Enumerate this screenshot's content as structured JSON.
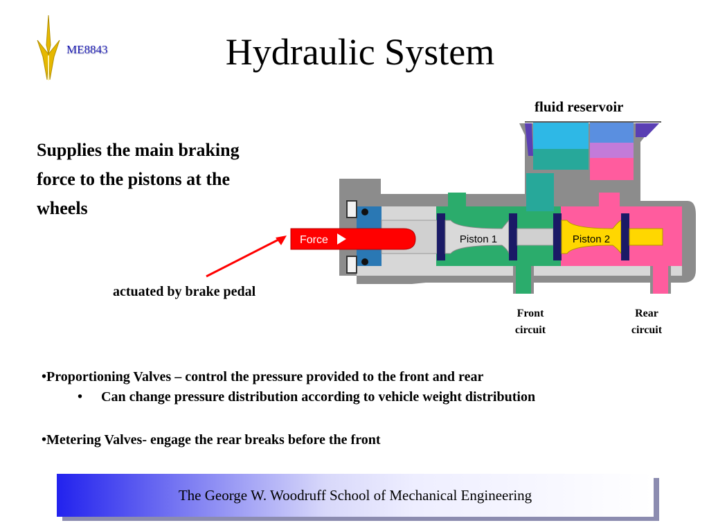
{
  "header": {
    "course_code": "ME8843",
    "title": "Hydraulic System",
    "logo_icon": "gold-flame-emblem-icon"
  },
  "main": {
    "summary": "Supplies the main braking force to the pistons at the wheels",
    "diagram": {
      "reservoir_label": "fluid reservoir",
      "force_label": "Force",
      "piston_1_label": "Piston 1",
      "piston_2_label": "Piston 2",
      "actuated_label": "actuated by brake pedal",
      "front_circuit": [
        "Front",
        "circuit"
      ],
      "rear_circuit": [
        "Rear",
        "circuit"
      ],
      "colors": {
        "front_fluid": "#2bac6c",
        "rear_fluid": "#ff5c9e",
        "housing": "#8c8c8c",
        "piston_2": "#ffd700",
        "force_rod": "#ff0000",
        "reservoir_top": "#2eb8e6",
        "seal_blue": "#2a78b4"
      }
    },
    "bullets": {
      "b1": "•Proportioning Valves – control the pressure provided to the front and rear",
      "b1_sub_marker": "•",
      "b1_sub": "Can change pressure distribution according to vehicle weight distribution",
      "b2": "•Metering Valves- engage the rear breaks before the front"
    }
  },
  "footer": {
    "text": "The George W. Woodruff School of Mechanical Engineering",
    "gradient_start": "#2222ee"
  }
}
